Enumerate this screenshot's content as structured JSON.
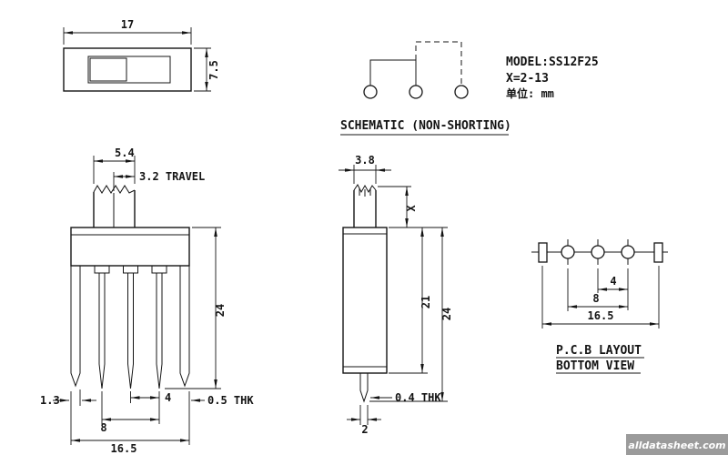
{
  "info": {
    "model": "MODEL:SS12F25",
    "x_range": "X=2-13",
    "unit": "单位: mm"
  },
  "schematic": {
    "title": "SCHEMATIC (NON-SHORTING)"
  },
  "top_view": {
    "width": "17",
    "height": "7.5"
  },
  "front_view": {
    "knob_width": "5.4",
    "travel": "3.2 TRAVEL",
    "total_height": "24",
    "leg_width": "1.3",
    "pin_span": "8",
    "pin_pitch": "4",
    "leg_thickness": "0.5 THK",
    "body_width": "16.5"
  },
  "side_view": {
    "knob_depth": "3.8",
    "knob_height": "X",
    "body_height": "21",
    "total_height": "24",
    "pin_thickness": "0.4 THK",
    "pin_width": "2"
  },
  "pcb": {
    "title_line1": "P.C.B LAYOUT",
    "title_line2": "BOTTOM VIEW",
    "hole_pitch": "4",
    "hole_span": "8",
    "pad_span": "16.5"
  },
  "colors": {
    "ink": "#141414",
    "watermark_bg": "#9b9b9b"
  },
  "watermark": "alldatasheet.com"
}
